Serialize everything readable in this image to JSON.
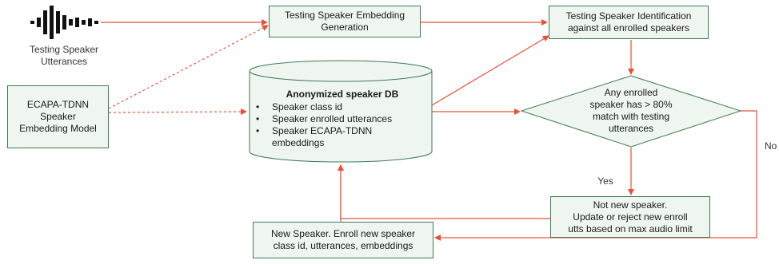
{
  "colors": {
    "box_fill": "#eef6ef",
    "box_border": "#3f7a5a",
    "arrow": "#e8503a",
    "waveform": "#111111"
  },
  "icons": {
    "waveform": "audio-waveform-icon"
  },
  "nodes": {
    "utterances_label": "Testing Speaker\nUtterances",
    "ecapa_model": "ECAPA-TDNN\nSpeaker\nEmbedding Model",
    "embedding_generation": "Testing Speaker Embedding\nGeneration",
    "identification": "Testing Speaker Identification\nagainst all enrolled speakers",
    "database": {
      "title": "Anonymized speaker DB",
      "items": [
        "Speaker class id",
        "Speaker enrolled utterances",
        "Speaker ECAPA-TDNN\nembeddings"
      ]
    },
    "decision": "Any enrolled\nspeaker has > 80%\nmatch with testing\nutterances",
    "not_new_speaker": "Not new speaker.\nUpdate or reject new enroll\nutts based on max audio limit",
    "new_speaker": "New Speaker. Enroll new speaker\nclass id, utterances, embeddings"
  },
  "edge_labels": {
    "yes": "Yes",
    "no": "No"
  }
}
